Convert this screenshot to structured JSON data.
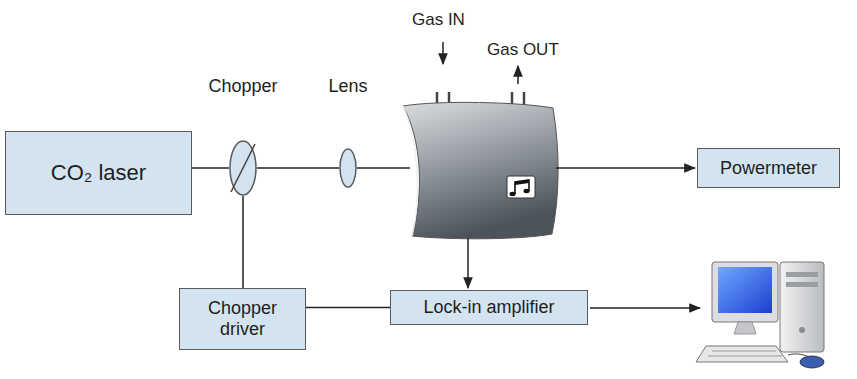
{
  "diagram": {
    "nodes": [
      {
        "text": [
          "CO₂ laser"
        ]
      },
      {
        "text": [
          "Chopper"
        ]
      },
      {
        "text": [
          "Lens"
        ]
      },
      {
        "text": [
          "Powermeter"
        ]
      },
      {
        "text": [
          "Chopper driver"
        ]
      },
      {
        "text": [
          "Lock-in amplifier"
        ]
      }
    ],
    "edges": [
      {
        "from": 0,
        "to": 1,
        "arrow": "none"
      },
      {
        "from": 1,
        "to": 2,
        "arrow": "none"
      },
      {
        "from": 1,
        "to": 4,
        "arrow": "none"
      },
      {
        "from": 4,
        "to": 5,
        "arrow": "none"
      }
    ],
    "labels": [
      "Gas IN",
      "Gas OUT"
    ]
  }
}
